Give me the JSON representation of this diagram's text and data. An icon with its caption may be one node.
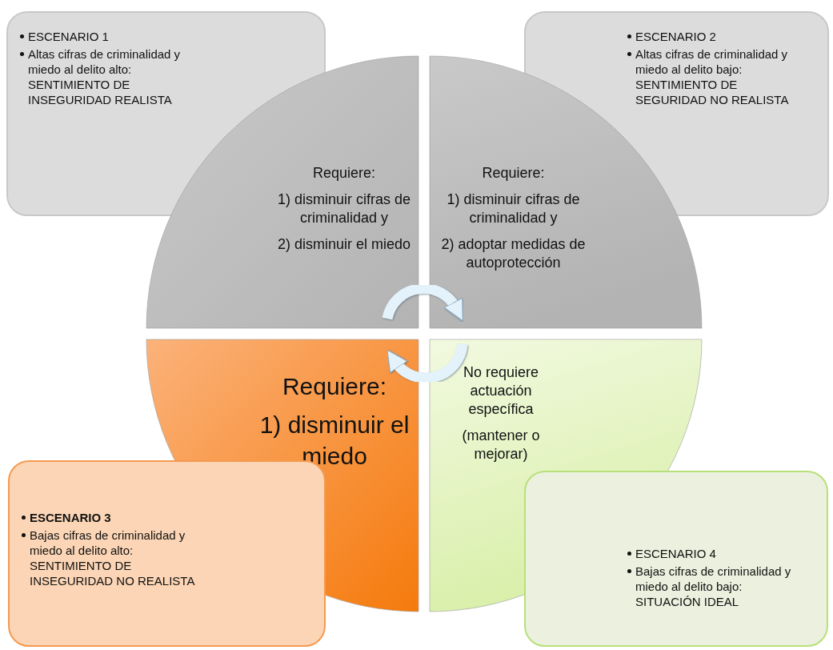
{
  "diagram": {
    "nodes": [
      {
        "text": [
          "ESCENARIO 1",
          "Altas cifras de criminalidad y miedo al delito alto: SENTIMIENTO DE INSEGURIDAD REALISTA"
        ]
      },
      {
        "text": [
          "ESCENARIO 2",
          "Altas cifras de criminalidad y miedo al delito bajo: SENTIMIENTO DE SEGURIDAD NO REALISTA"
        ]
      },
      {
        "text": [
          "Requiere:",
          "1) disminuir cifras de criminalidad y",
          "2) disminuir el miedo"
        ]
      },
      {
        "text": [
          "Requiere:",
          "1) disminuir cifras de criminalidad y",
          "2) adoptar medidas de autoprotección"
        ]
      },
      {
        "text": [
          "Requiere:",
          "1) disminuir el miedo"
        ]
      },
      {
        "text": [
          "No requiere actuación específica",
          "(mantener o mejorar)"
        ]
      },
      {
        "text": [
          "ESCENARIO 3",
          "Bajas cifras de criminalidad y miedo al delito alto: SENTIMIENTO DE INSEGURIDAD NO REALISTA"
        ]
      },
      {
        "text": [
          "ESCENARIO 4",
          "Bajas cifras de criminalidad y miedo al delito bajo: SITUACIÓN IDEAL"
        ]
      }
    ],
    "edges": [
      {
        "from": 2,
        "to": 3,
        "arrow": "to"
      },
      {
        "from": 5,
        "to": 4,
        "arrow": "to"
      }
    ]
  }
}
